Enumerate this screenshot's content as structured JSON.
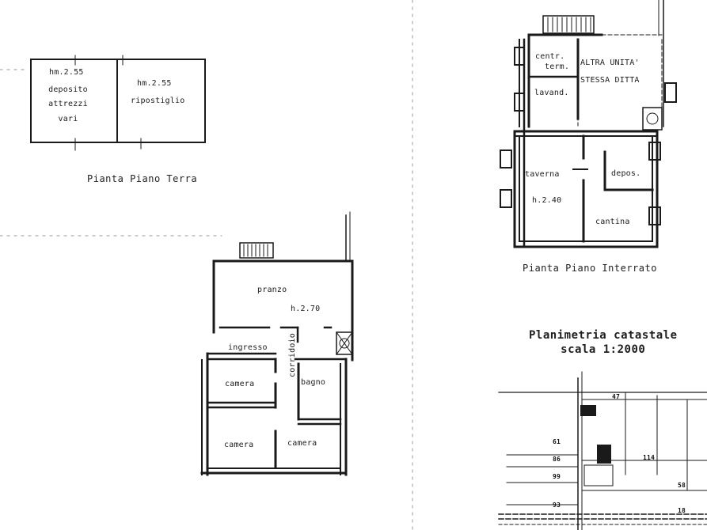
{
  "ground_floor": {
    "room_left": {
      "height": "hm.2.55",
      "name": [
        "deposito",
        "attrezzi",
        "vari"
      ]
    },
    "room_right": {
      "height": "hm.2.55",
      "name": "ripostiglio"
    },
    "caption": "Pianta Piano Terra"
  },
  "first_floor": {
    "pranzo": {
      "name": "pranzo",
      "height": "h.2.70"
    },
    "ingresso": "ingresso",
    "corridoio": "corridoio",
    "bagno": "bagno",
    "camera_top": "camera",
    "camera_bottom_left": "camera",
    "camera_bottom_right": "camera"
  },
  "basement": {
    "centr_term": [
      "centr.",
      "term."
    ],
    "altra_unita": [
      "ALTRA UNITA'",
      "STESSA DITTA"
    ],
    "lavand": "lavand.",
    "taverna": {
      "name": "taverna",
      "height": "h.2.40"
    },
    "depos": "depos.",
    "cantina": "cantina",
    "caption": "Pianta Piano Interrato"
  },
  "cadastral": {
    "title_line1": "Planimetria catastale",
    "title_line2": "scala 1:2000",
    "parcel_numbers": [
      "47",
      "61",
      "86",
      "99",
      "93",
      "114",
      "58",
      "18"
    ]
  }
}
